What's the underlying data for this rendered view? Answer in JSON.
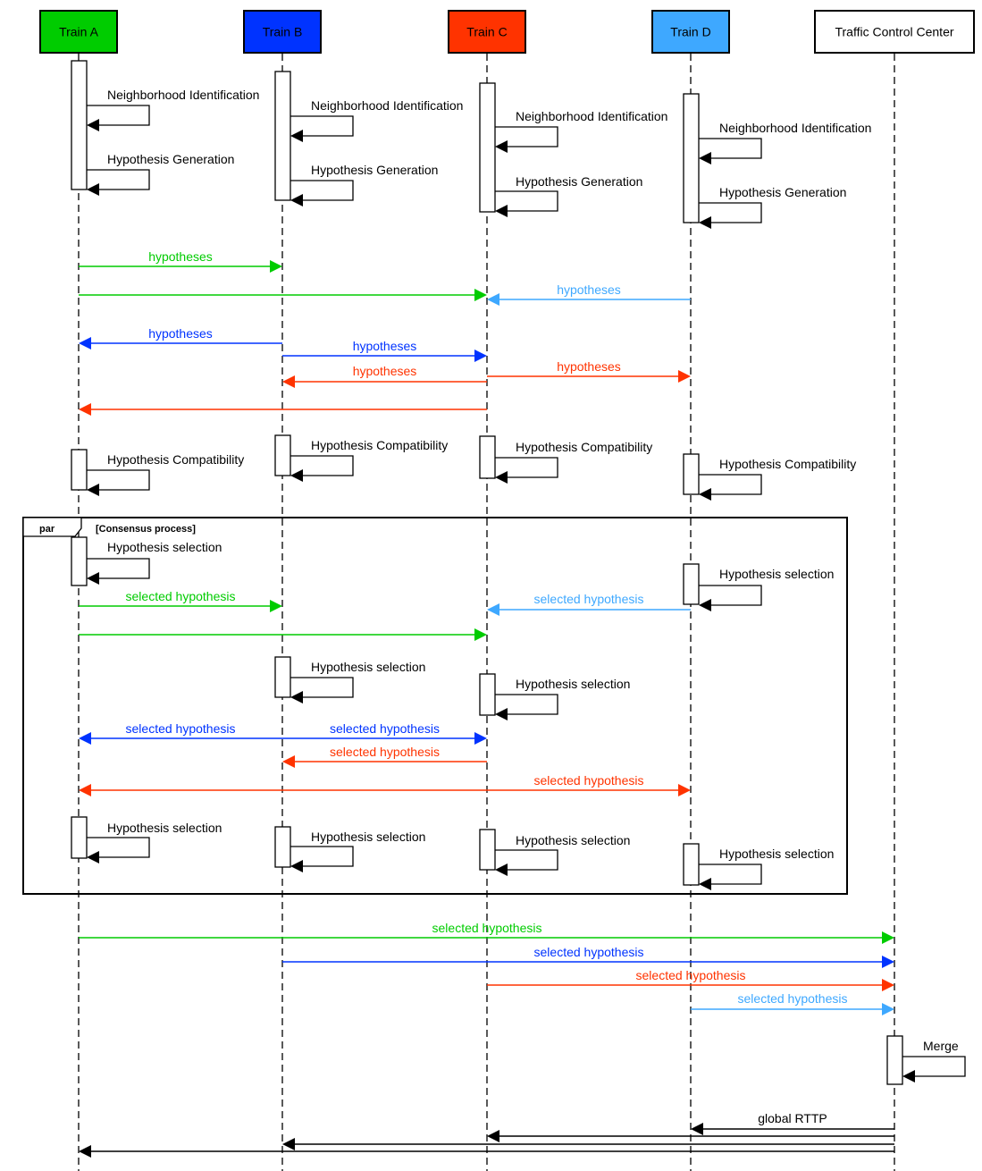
{
  "colors": {
    "green": "#00cc00",
    "blue": "#0033ff",
    "red": "#ff3300",
    "lightblue": "#3ea8ff",
    "black": "#000000"
  },
  "participants": [
    {
      "id": "A",
      "label": "Train A",
      "fill": "#00cc00"
    },
    {
      "id": "B",
      "label": "Train B",
      "fill": "#0033ff"
    },
    {
      "id": "C",
      "label": "Train C",
      "fill": "#ff3300"
    },
    {
      "id": "D",
      "label": "Train D",
      "fill": "#3ea8ff"
    },
    {
      "id": "T",
      "label": "Traffic Control Center",
      "fill": "#ffffff"
    }
  ],
  "labels": {
    "neighborhood": "Neighborhood Identification",
    "generation": "Hypothesis Generation",
    "hypotheses": "hypotheses",
    "compatibility": "Hypothesis Compatibility",
    "selection": "Hypothesis selection",
    "selected": "selected hypothesis",
    "merge": "Merge",
    "global": "global RTTP"
  },
  "frame": {
    "operator": "par",
    "guard": "[Consensus process]"
  }
}
